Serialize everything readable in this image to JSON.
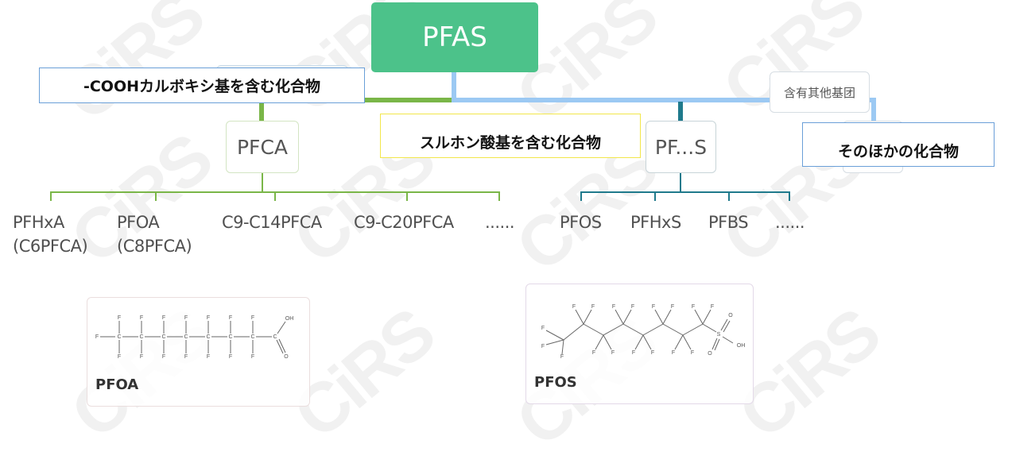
{
  "watermark": "CiRS",
  "root": {
    "label": "PFAS",
    "color": "#4cc28a"
  },
  "branches": [
    {
      "node_label": "PFCA",
      "annotation": "-COOHカルボキシ基を含む化合物",
      "color": "#7ab648",
      "annotation_border": "#6a9fd8",
      "children": [
        {
          "line1": "PFHxA",
          "line2": "(C6PFCA)"
        },
        {
          "line1": "PFOA",
          "line2": "(C8PFCA)"
        },
        {
          "line1": "C9-C14PFCA",
          "line2": ""
        },
        {
          "line1": "C9-C20PFCA",
          "line2": ""
        },
        {
          "line1": "......",
          "line2": ""
        }
      ]
    },
    {
      "node_label": "PF...S",
      "annotation": "スルホン酸基を含む化合物",
      "color": "#1f7a8c",
      "annotation_border": "#f2e64a",
      "children": [
        {
          "line1": "PFOS"
        },
        {
          "line1": "PFHxS"
        },
        {
          "line1": "PFBS"
        },
        {
          "line1": "......"
        }
      ]
    },
    {
      "node_label": "含有其他基团",
      "annotation": "そのほかの化合物",
      "color": "#9cc9f3",
      "annotation_border": "#6a9fd8"
    }
  ],
  "structures": [
    {
      "title": "PFOA",
      "atoms": {
        "F": "F",
        "C": "C",
        "OH": "OH",
        "O": "O"
      }
    },
    {
      "title": "PFOS",
      "atoms": {
        "F": "F",
        "S": "S",
        "OH": "OH",
        "O": "O"
      }
    }
  ]
}
